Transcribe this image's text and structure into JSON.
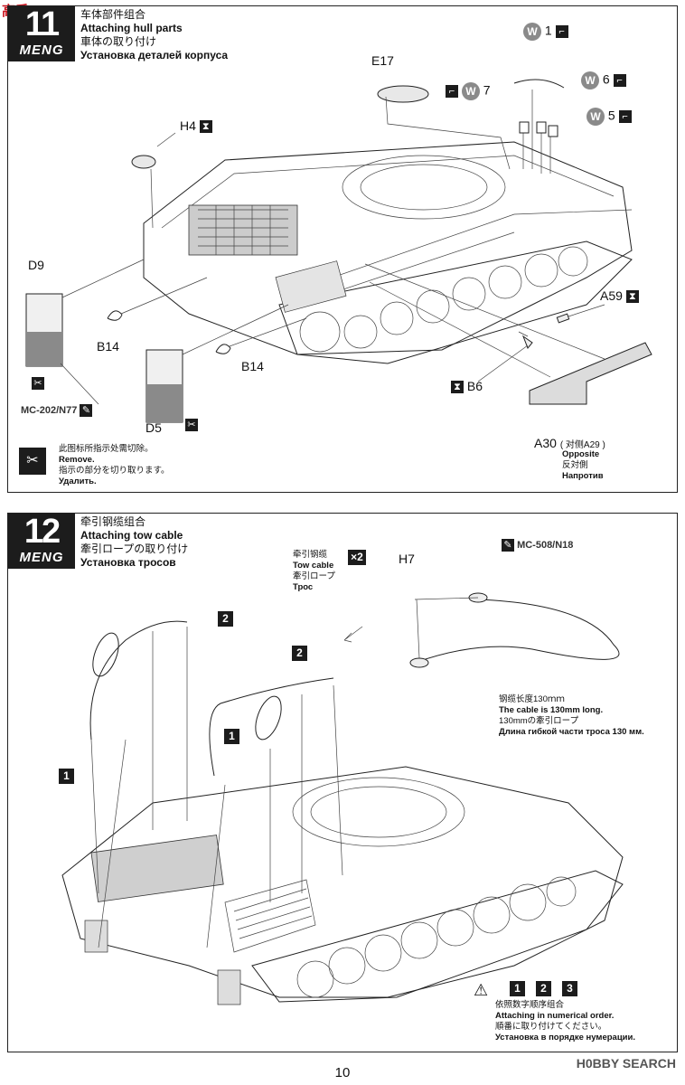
{
  "watermark_top": "高手",
  "brand": "MENG",
  "step11": {
    "number": "11",
    "title_cn": "车体部件组合",
    "title_en": "Attaching hull parts",
    "title_jp": "車体の取り付け",
    "title_ru": "Установка деталей корпуса",
    "parts": {
      "e17": "E17",
      "w1": "1",
      "w6": "6",
      "w7": "7",
      "w5": "5",
      "h4": "H4",
      "d9": "D9",
      "b14a": "B14",
      "b14b": "B14",
      "a59": "A59",
      "b6": "B6",
      "d5": "D5",
      "a30": "A30",
      "a30_note": "( 对侧A29 )",
      "opposite_en": "Opposite",
      "opposite_jp": "反対側",
      "opposite_ru": "Напротив",
      "mc": "MC-202/N77",
      "w_letter": "W"
    },
    "remove_note": {
      "cn": "此图标所指示处需切除。",
      "en": "Remove.",
      "jp": "指示の部分を切り取ります。",
      "ru": "Удалить."
    }
  },
  "step12": {
    "number": "12",
    "title_cn": "牵引钢缆组合",
    "title_en": "Attaching tow cable",
    "title_jp": "牽引ロープの取り付け",
    "title_ru": "Установка тросов",
    "tow_cable": {
      "cn": "牵引钢缆",
      "en": "Tow cable",
      "jp": "牽引ロープ",
      "ru": "Трос",
      "qty": "×2"
    },
    "h7": "H7",
    "mc": "MC-508/N18",
    "cable_length": {
      "cn": "钢缆长度130ｍｍ",
      "en": "The cable is 130mm long.",
      "jp": "130mmの牽引ロープ",
      "ru": "Длина гибкой части троса 130 мм."
    },
    "order_labels": [
      "1",
      "2",
      "2",
      "1",
      "1"
    ],
    "legend_nums": [
      "1",
      "2",
      "3"
    ],
    "order_note": {
      "cn": "依照数字顺序组合",
      "en": "Attaching in numerical order.",
      "jp": "順番に取り付けてください。",
      "ru": "Установка в порядке нумерации."
    }
  },
  "page_number": "10",
  "watermark_bottom": "H0BBY SEARCH"
}
